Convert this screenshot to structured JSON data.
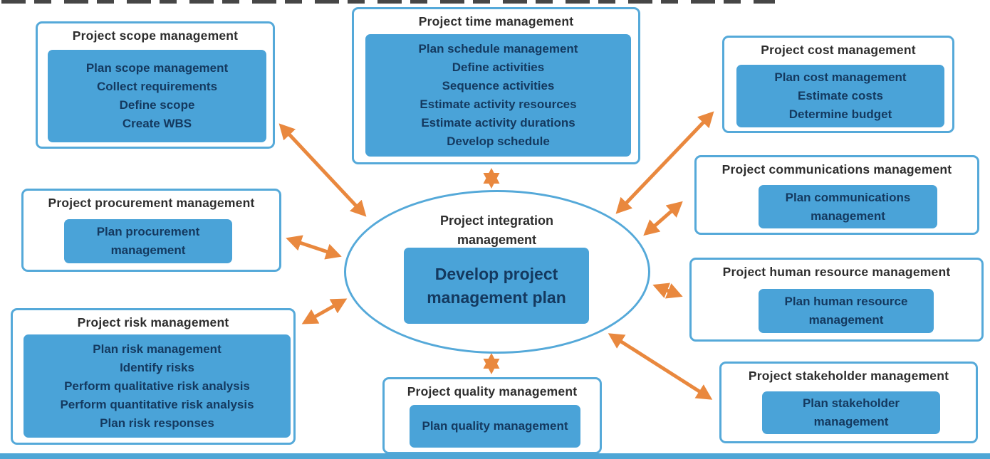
{
  "diagram": {
    "center": {
      "title": "Project integration management",
      "process": "Develop project management plan"
    },
    "panels": {
      "scope": {
        "title": "Project scope management",
        "processes": [
          "Plan scope management",
          "Collect requirements",
          "Define scope",
          "Create WBS"
        ]
      },
      "time": {
        "title": "Project time management",
        "processes": [
          "Plan schedule management",
          "Define activities",
          "Sequence activities",
          "Estimate activity resources",
          "Estimate activity durations",
          "Develop schedule"
        ]
      },
      "cost": {
        "title": "Project cost management",
        "processes": [
          "Plan cost management",
          "Estimate costs",
          "Determine budget"
        ]
      },
      "procurement": {
        "title": "Project procurement management",
        "processes": [
          "Plan procurement management"
        ]
      },
      "communications": {
        "title": "Project communications management",
        "processes": [
          "Plan communications management"
        ]
      },
      "human_resource": {
        "title": "Project human resource management",
        "processes": [
          "Plan human resource management"
        ]
      },
      "risk": {
        "title": "Project risk management",
        "processes": [
          "Plan risk management",
          "Identify risks",
          "Perform qualitative risk analysis",
          "Perform quantitative risk analysis",
          "Plan risk responses"
        ]
      },
      "quality": {
        "title": "Project quality management",
        "processes": [
          "Plan quality management"
        ]
      },
      "stakeholder": {
        "title": "Project stakeholder management",
        "processes": [
          "Plan stakeholder management"
        ]
      }
    },
    "connectors": [
      "integration-scope",
      "integration-time",
      "integration-cost",
      "integration-communications",
      "integration-human-resource",
      "integration-stakeholder",
      "integration-quality",
      "integration-procurement",
      "integration-risk"
    ]
  },
  "colors": {
    "panel_border": "#55a9d9",
    "process_fill": "#4aa3d8",
    "process_text": "#14395f",
    "title_text": "#2e2e2e",
    "arrow": "#e9883e",
    "bottom_bar": "#4ea6d6"
  }
}
